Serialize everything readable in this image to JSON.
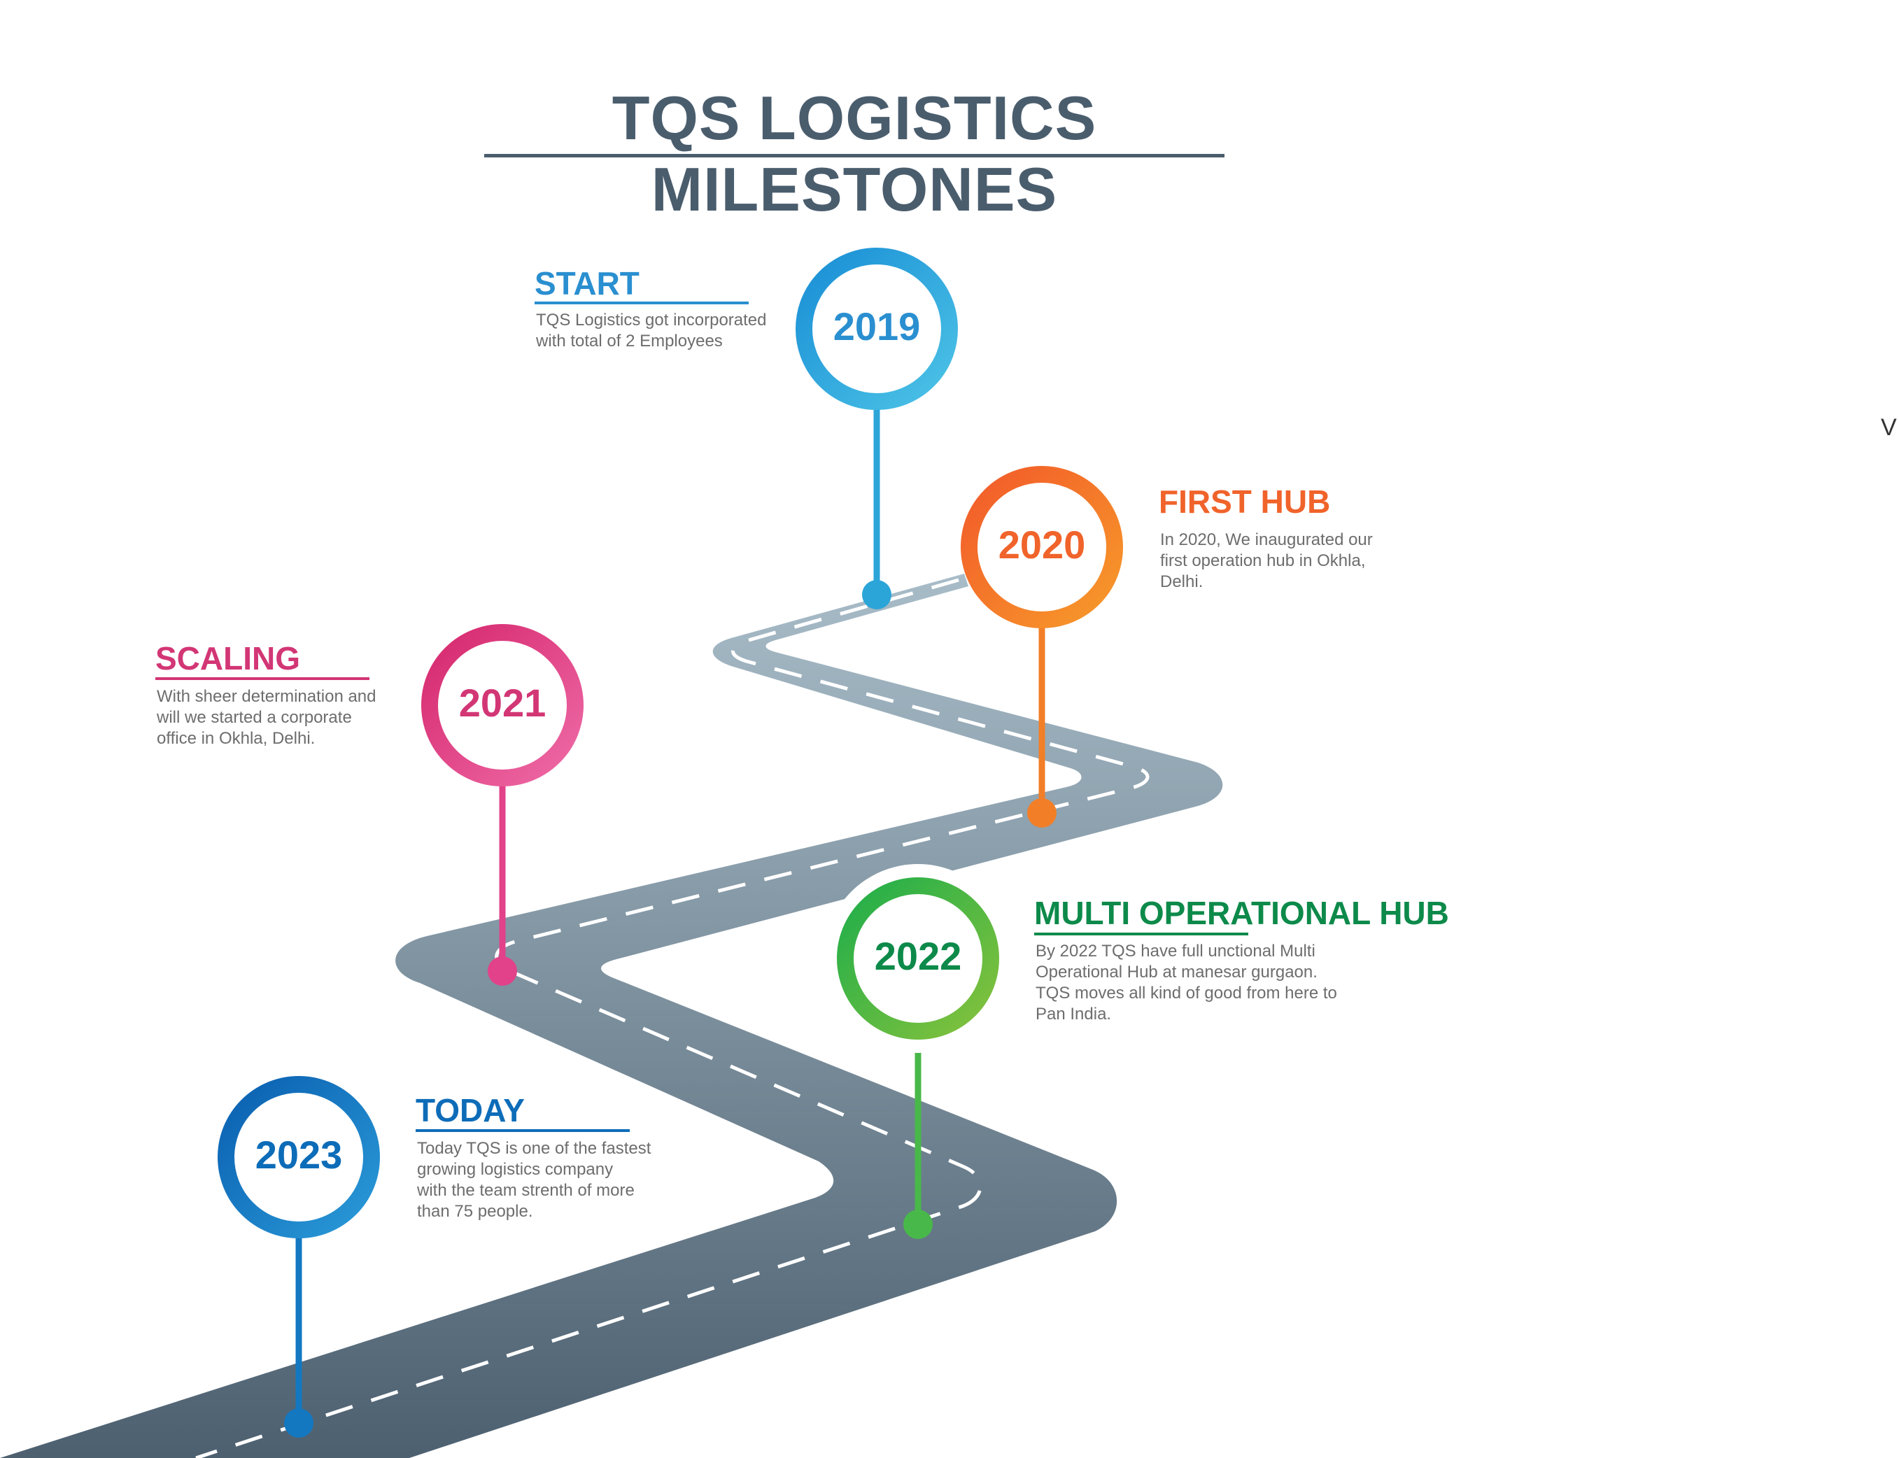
{
  "title": "TQS LOGISTICS MILESTONES",
  "stray_char": "V",
  "milestones": [
    {
      "year": "2019",
      "heading": "START",
      "description": "TQS Logistics got incorporated\nwith total of 2 Employees",
      "color": "#2a8fd0"
    },
    {
      "year": "2020",
      "heading": "FIRST HUB",
      "description": "In 2020, We inaugurated our\nfirst operation hub in Okhla,\nDelhi.",
      "color": "#f0632a"
    },
    {
      "year": "2021",
      "heading": "SCALING",
      "description": "With sheer determination and\nwill we started a corporate\noffice in Okhla, Delhi.",
      "color": "#d23675"
    },
    {
      "year": "2022",
      "heading": "MULTI OPERATIONAL HUB",
      "description": "By 2022 TQS have full unctional Multi\nOperational Hub at manesar gurgaon.\nTQS moves all kind of good from here to\nPan India.",
      "color": "#0d8a4a"
    },
    {
      "year": "2023",
      "heading": "TODAY",
      "description": "Today TQS is one of the fastest\ngrowing logistics company\nwith the team strenth of more\nthan 75 people.",
      "color": "#0d6cb8"
    }
  ]
}
